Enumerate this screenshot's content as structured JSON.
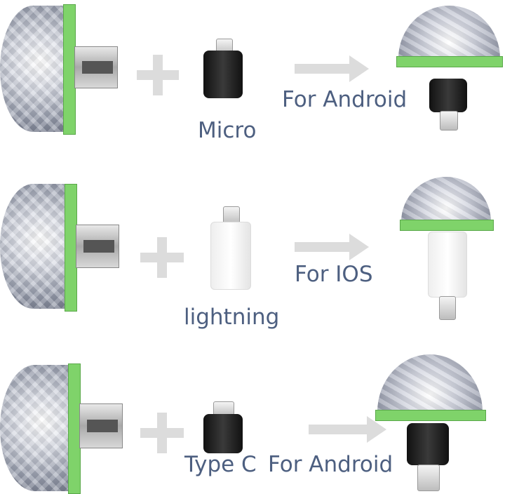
{
  "rows": [
    {
      "adapter_label": "Micro",
      "result_label": "For Android"
    },
    {
      "adapter_label": "lightning",
      "result_label": "For IOS"
    },
    {
      "adapter_label": "Type C",
      "result_label": "For Android"
    }
  ],
  "colors": {
    "label": "#4d5f80",
    "rim": "#7fd36a",
    "symbol": "#dcdcdc"
  }
}
